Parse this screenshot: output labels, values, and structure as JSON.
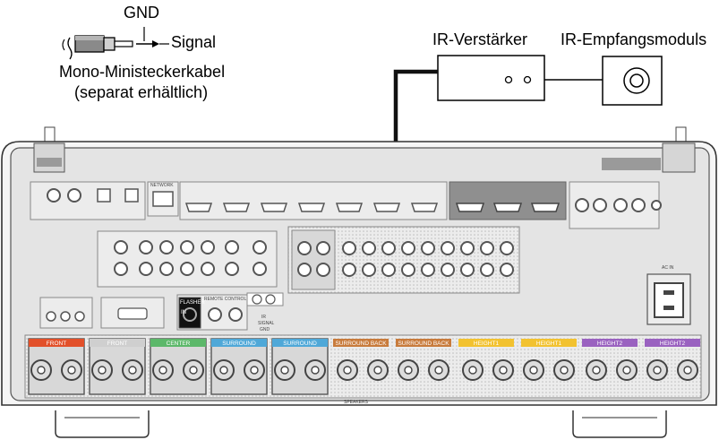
{
  "labels": {
    "gnd": "GND",
    "signal": "Signal",
    "cable_line1": "Mono-Ministeckerkabel",
    "cable_line2": "(separat erhältlich)",
    "ir_amplifier": "IR-Verstärker",
    "ir_receiver": "IR-Empfangsmoduls"
  },
  "receiver_panel": {
    "speaker_groups": [
      "FRONT",
      "FRONT",
      "CENTER",
      "SURROUND",
      "SURROUND",
      "SURROUND BACK",
      "SURROUND BACK",
      "HEIGHT1",
      "HEIGHT1",
      "HEIGHT2",
      "HEIGHT2"
    ],
    "speaker_colors": [
      "#e2502a",
      "#cfcfcf",
      "#5cb86a",
      "#4fa8d8",
      "#4fa8d8",
      "#c87b3c",
      "#c87b3c",
      "#f2c230",
      "#f2c230",
      "#9a62c0",
      "#9a62c0"
    ],
    "ports": {
      "flasher": "FLASHER",
      "flasher_in": "IN",
      "remote_control": "REMOTE CONTROL",
      "ir": "IR",
      "signal": "SIGNAL",
      "gnd": "GND",
      "ac_in": "AC IN",
      "network": "NETWORK",
      "speakers": "SPEAKERS"
    }
  },
  "colors": {
    "cable": "#111111",
    "panel": "#e3e3e3",
    "panel_dark": "#9b9b9b"
  }
}
